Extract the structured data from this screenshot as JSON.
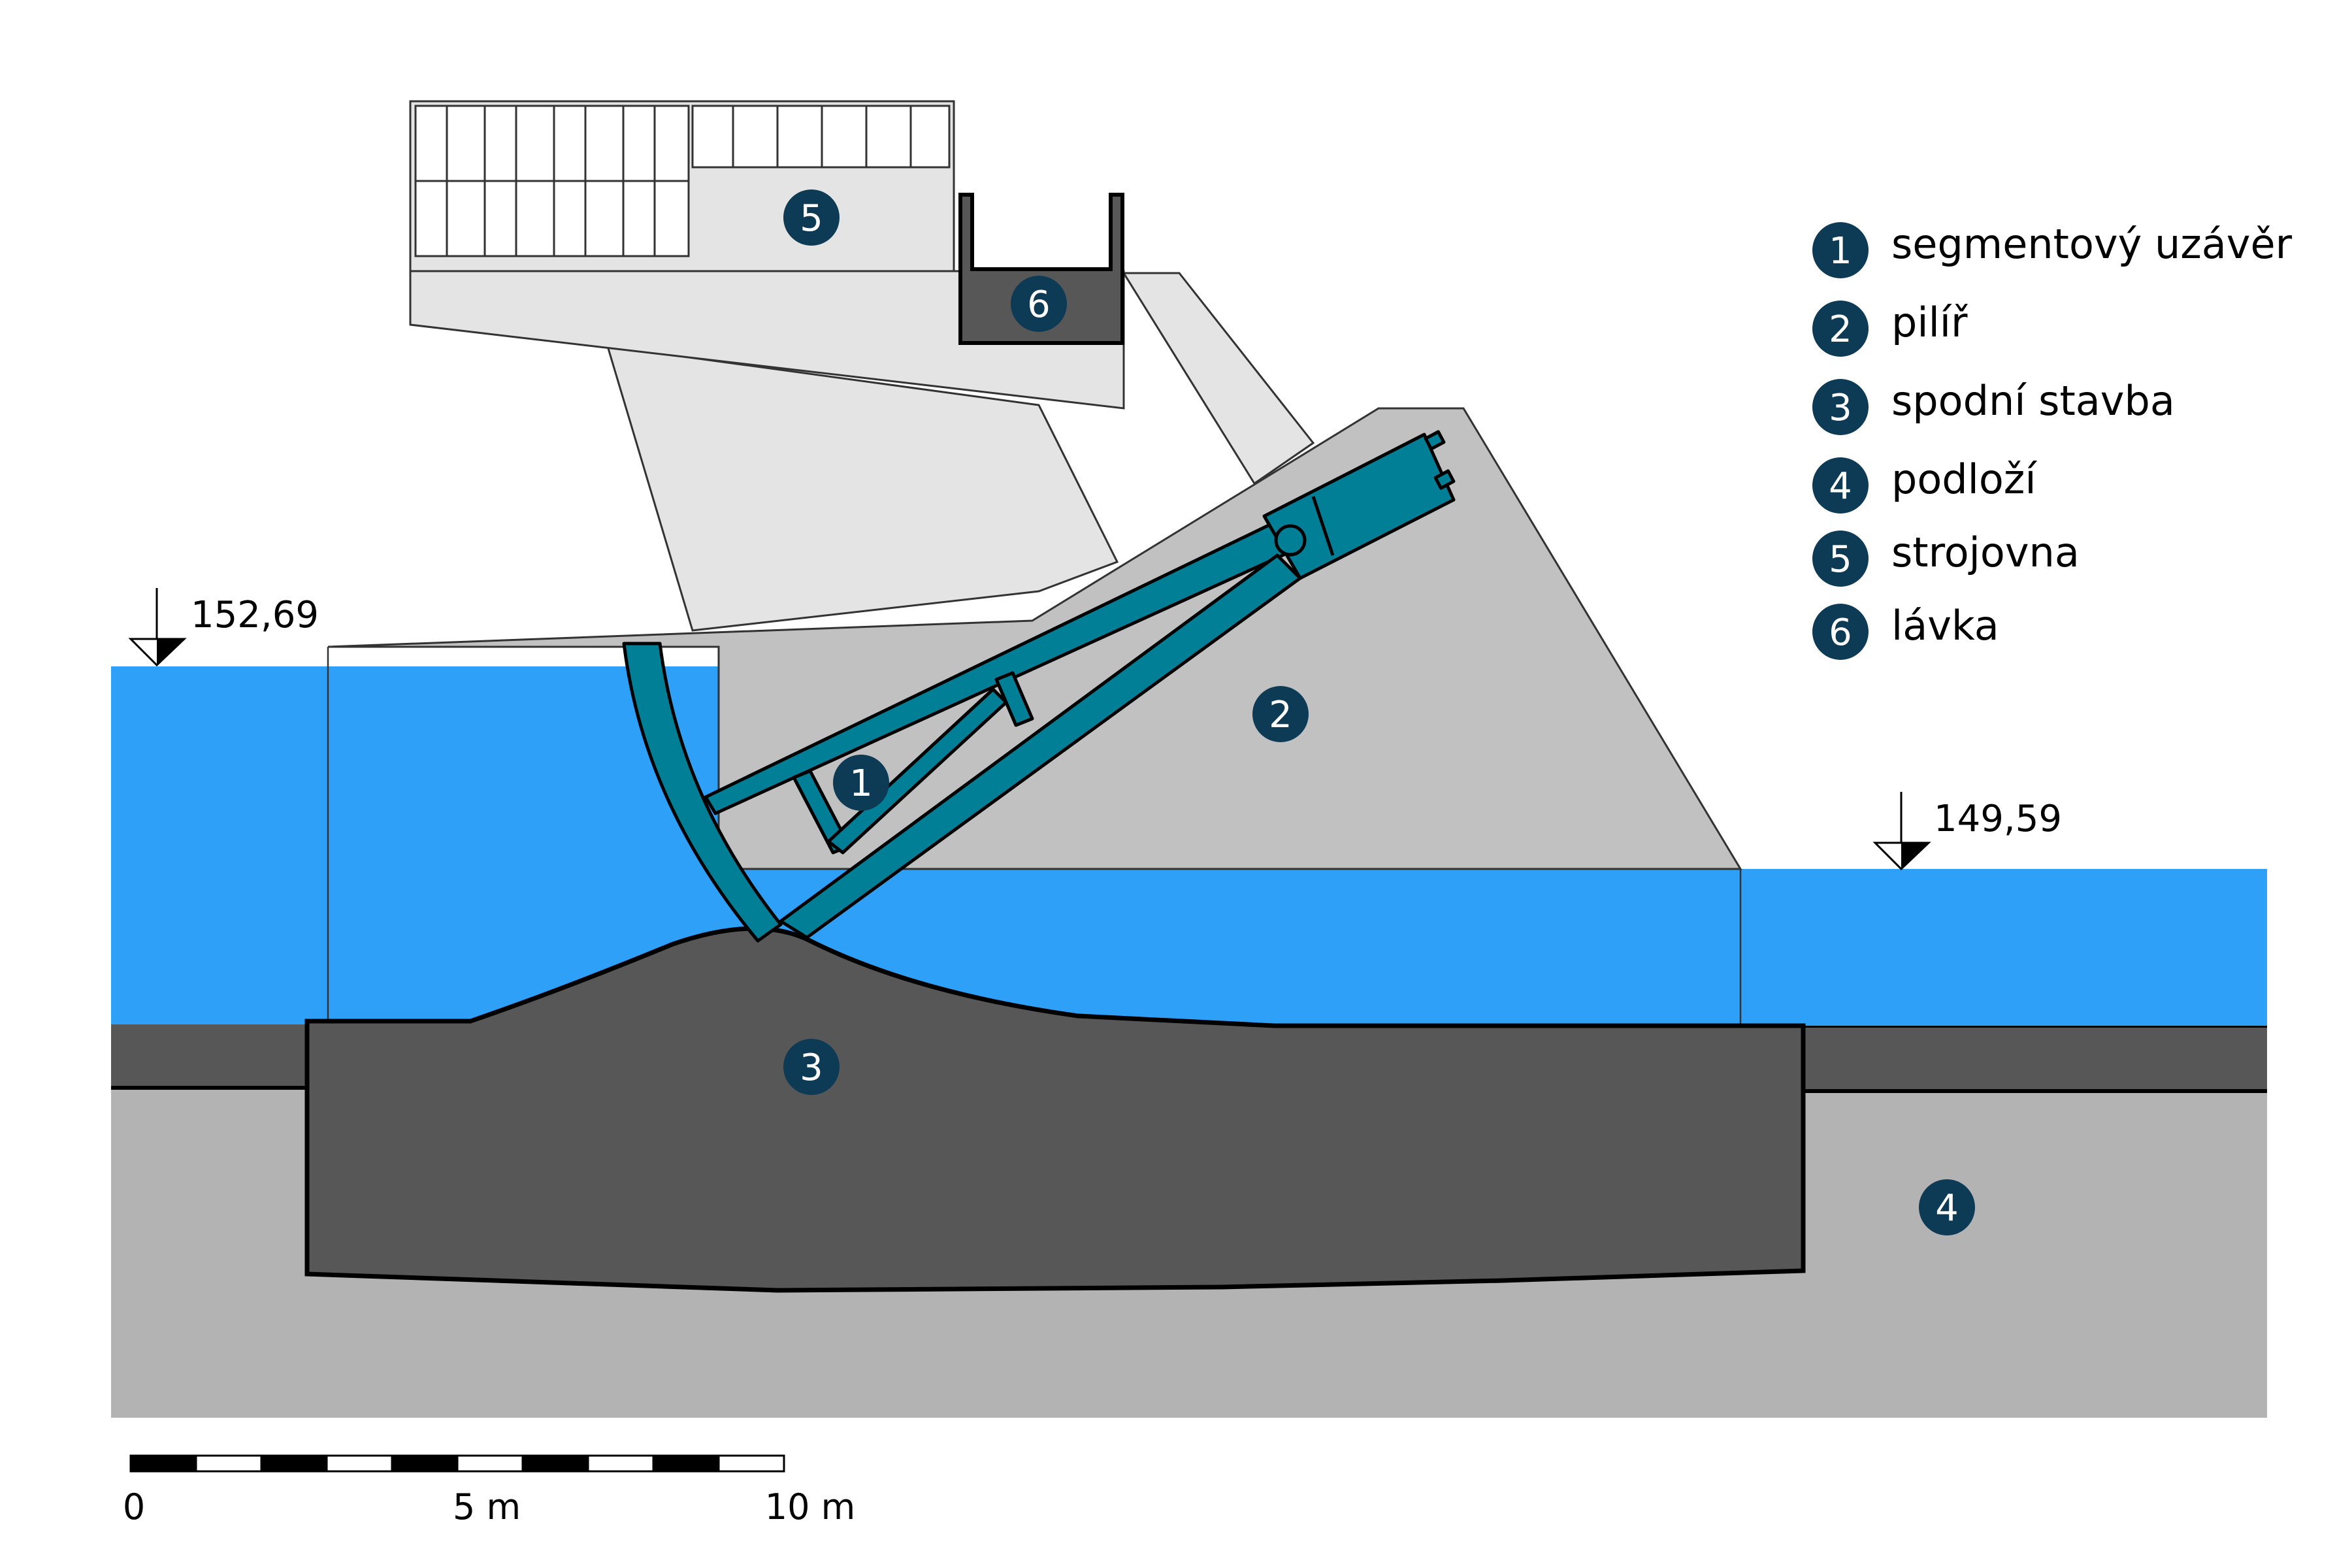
{
  "levels": {
    "upstream": "152,69",
    "downstream": "149,59"
  },
  "markers": {
    "gate": "1",
    "pier": "2",
    "substructure": "3",
    "subsoil": "4",
    "machine_room": "5",
    "footbridge": "6"
  },
  "legend": {
    "items": [
      {
        "num": "1",
        "text": "segmentový uzávěr"
      },
      {
        "num": "2",
        "text": "pilíř"
      },
      {
        "num": "3",
        "text": "spodní stavba"
      },
      {
        "num": "4",
        "text": "podloží"
      },
      {
        "num": "5",
        "text": "strojovna"
      },
      {
        "num": "6",
        "text": "lávka"
      }
    ]
  },
  "scale_bar": {
    "labels": [
      "0",
      "5 m",
      "10 m"
    ]
  },
  "colors": {
    "water": "#2fa0f7",
    "concrete_light": "#e4e4e4",
    "pier": "#c1c1c1",
    "subsoil": "#b3b3b3",
    "substructure": "#575757",
    "gate": "#007f96",
    "marker": "#0d3a55",
    "outline": "#000000"
  }
}
